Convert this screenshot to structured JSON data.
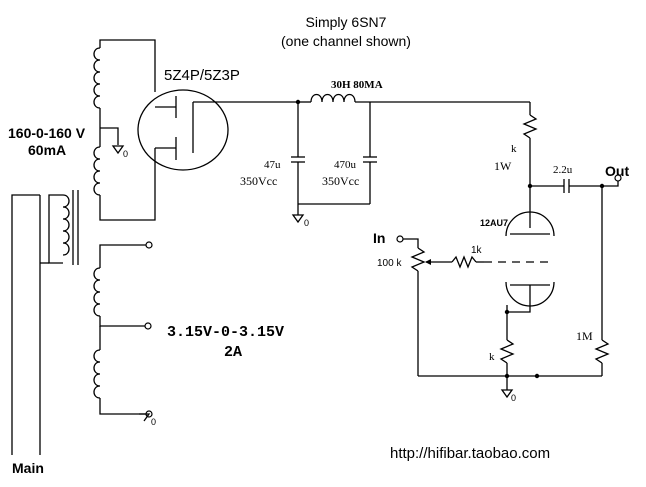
{
  "title": "Simply 6SN7",
  "subtitle": "(one channel shown)",
  "rectifier": "5Z4P/5Z3P",
  "hv_winding": {
    "voltage": "160-0-160 V",
    "current": "60mA"
  },
  "choke": "30H  80MA",
  "cap1": {
    "value": "47u",
    "rating": "350Vcc"
  },
  "cap2": {
    "value": "470u",
    "rating": "350Vcc"
  },
  "tube": "12AU7",
  "plate_resistor": {
    "value": "k",
    "power": "1W"
  },
  "coupling_cap": "2.2u",
  "output_label": "Out",
  "input_label": "In",
  "volume_pot": "100 k",
  "grid_resistor": "1k",
  "cathode_resistor": "k",
  "output_resistor": "1M",
  "heater_winding": {
    "voltage": "3.15V-0-3.15V",
    "current": "2A"
  },
  "mains_label": "Main",
  "ground_label": "0",
  "website": "http://hifibar.taobao.com"
}
